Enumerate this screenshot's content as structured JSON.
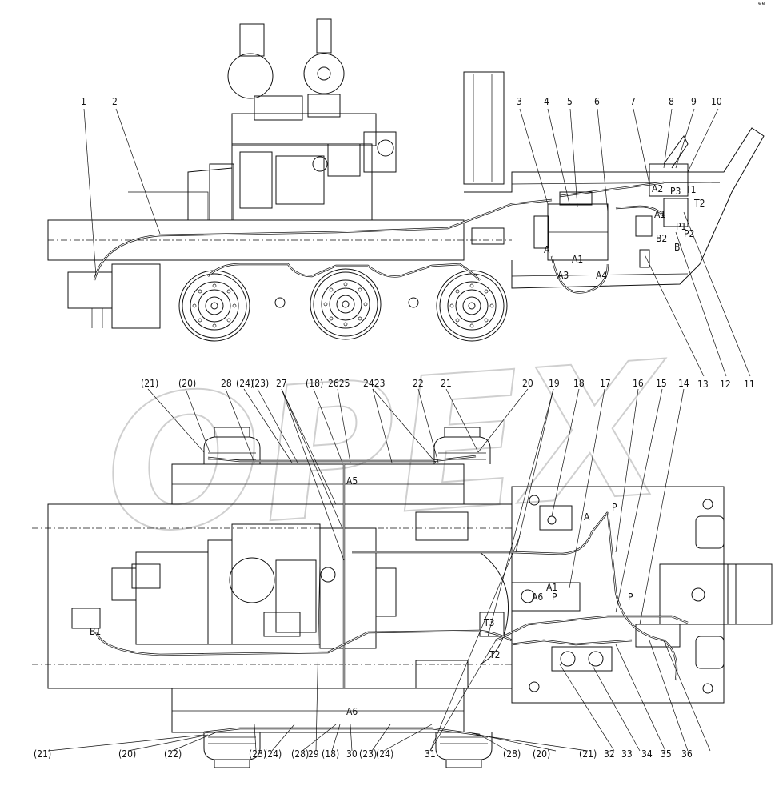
{
  "watermark": "OPEX",
  "corner_mark": "ᵉᵉ",
  "upper_view": {
    "callouts": [
      "1",
      "2",
      "3",
      "4",
      "5",
      "6",
      "7",
      "8",
      "9",
      "10",
      "11",
      "12",
      "13"
    ],
    "component_labels": [
      "A",
      "A1",
      "A3",
      "A4",
      "B",
      "P1",
      "P2",
      "P3",
      "T1",
      "T2",
      "A1",
      "A2",
      "B2"
    ]
  },
  "lower_view": {
    "top_callouts": [
      "(21)",
      "(20)",
      "28",
      "(24)",
      "(23)",
      "27",
      "(18)",
      "2625",
      "2423",
      "22",
      "21",
      "20",
      "19",
      "18",
      "17",
      "16",
      "15",
      "14"
    ],
    "bottom_callouts": [
      "(21)",
      "(20)",
      "(22)",
      "(23)",
      "(24)",
      "(28)",
      "29",
      "(18)",
      "30",
      "(23)",
      "(24)",
      "31",
      "(28)",
      "(20)",
      "(21)",
      "32",
      "33",
      "34",
      "35",
      "36"
    ],
    "component_labels": [
      "A5",
      "A6",
      "A",
      "A1",
      "A6",
      "P",
      "P",
      "P",
      "B1",
      "T3",
      "T2"
    ]
  }
}
